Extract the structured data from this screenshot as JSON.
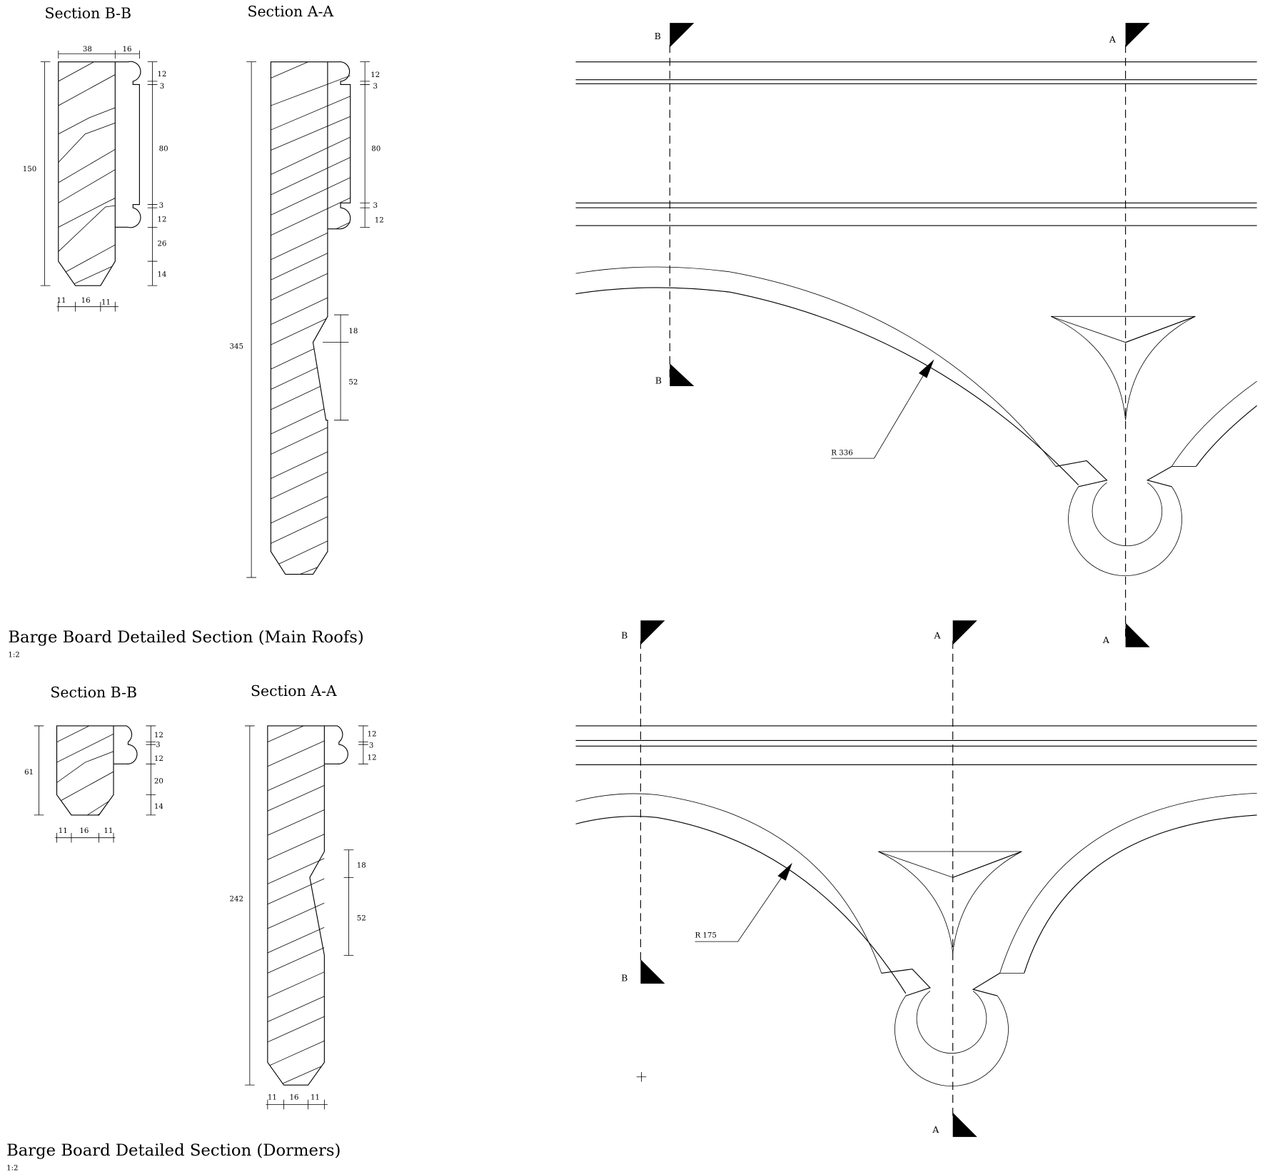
{
  "main_roofs": {
    "title": "Barge Board Detailed Section (Main Roofs)",
    "scale": "1:2",
    "section_bb": {
      "label": "Section B-B",
      "dims": {
        "top_width": "38",
        "bead_width": "16",
        "height": "150",
        "bead_top": "12",
        "gap_top": "3",
        "face": "80",
        "gap_bottom": "3",
        "bead_bottom": "12",
        "lower": "26",
        "chamfer": "14",
        "bottom_left": "11",
        "bottom_mid": "16",
        "bottom_right": "11"
      }
    },
    "section_aa": {
      "label": "Section A-A",
      "dims": {
        "height": "345",
        "bead_top": "12",
        "gap_top": "3",
        "face": "80",
        "gap_bottom": "3",
        "bead_bottom": "12",
        "notch_top": "18",
        "notch": "52"
      }
    },
    "elevation": {
      "radius": "R 336",
      "marker_b": "B",
      "marker_a": "A"
    }
  },
  "dormers": {
    "title": "Barge Board Detailed Section (Dormers)",
    "scale": "1:2",
    "section_bb": {
      "label": "Section B-B",
      "dims": {
        "height": "61",
        "bead_top": "12",
        "gap": "3",
        "bead_bottom": "12",
        "lower": "20",
        "chamfer": "14",
        "bottom_left": "11",
        "bottom_mid": "16",
        "bottom_right": "11"
      }
    },
    "section_aa": {
      "label": "Section A-A",
      "dims": {
        "height": "242",
        "bead_top": "12",
        "gap": "3",
        "bead_bottom": "12",
        "notch_top": "18",
        "notch": "52",
        "bottom_left": "11",
        "bottom_mid": "16",
        "bottom_right": "11"
      }
    },
    "elevation": {
      "radius": "R 175",
      "marker_b": "B",
      "marker_a": "A"
    }
  }
}
